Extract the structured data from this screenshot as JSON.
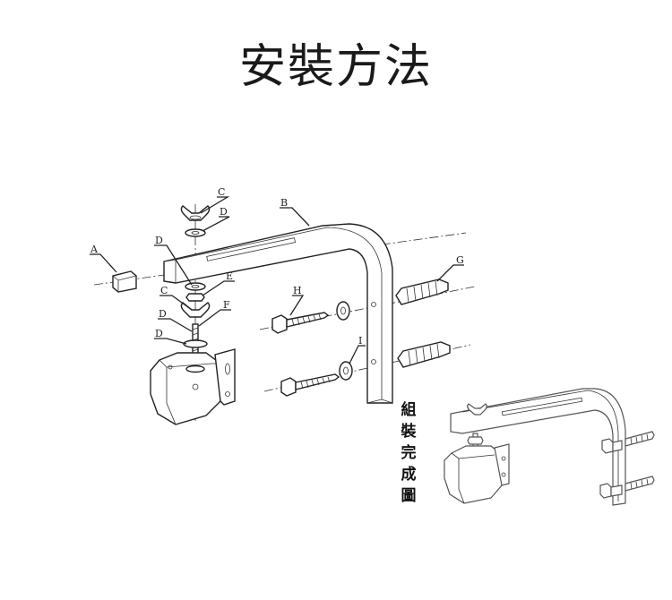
{
  "title": "安裝方法",
  "part_labels": {
    "A": "A",
    "B": "B",
    "C1": "C",
    "D1": "D",
    "D2": "D",
    "E": "E",
    "C2": "C",
    "D3": "D",
    "F": "F",
    "D4": "D",
    "G": "G",
    "H": "H",
    "I": "I"
  },
  "caption_chars": [
    "組",
    "裝",
    "完",
    "成",
    "圖"
  ]
}
